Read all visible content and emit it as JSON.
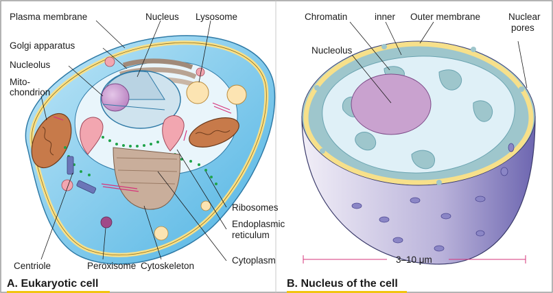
{
  "panel_a": {
    "caption": "A. Eukaryotic cell",
    "labels": {
      "plasma_membrane": "Plasma membrane",
      "nucleus": "Nucleus",
      "lysosome": "Lysosome",
      "golgi_apparatus": "Golgi apparatus",
      "nucleolus": "Nucleolus",
      "mitochondrion_1": "Mito-",
      "mitochondrion_2": "chondrion",
      "ribosomes": "Ribosomes",
      "er_1": "Endoplasmic",
      "er_2": "reticulum",
      "cytoplasm": "Cytoplasm",
      "centriole": "Centriole",
      "peroxisome": "Peroxisome",
      "cytoskeleton": "Cytoskeleton"
    }
  },
  "panel_b": {
    "caption": "B. Nucleus of the cell",
    "labels": {
      "chromatin": "Chromatin",
      "inner": "inner",
      "outer_membrane": "Outer membrane",
      "nuclear_pores_1": "Nuclear",
      "nuclear_pores_2": "pores",
      "nucleolus": "Nucleolus",
      "scale": "3–10 μm"
    }
  },
  "colors": {
    "frame": "#9a9a9a",
    "caption_bar": "#f1c40f",
    "cell_blue": "#7ec8ea",
    "membrane_yellow": "#f7e08a",
    "nucleus_purple": "#c9a2cf",
    "scale_magenta": "#d6337a"
  }
}
